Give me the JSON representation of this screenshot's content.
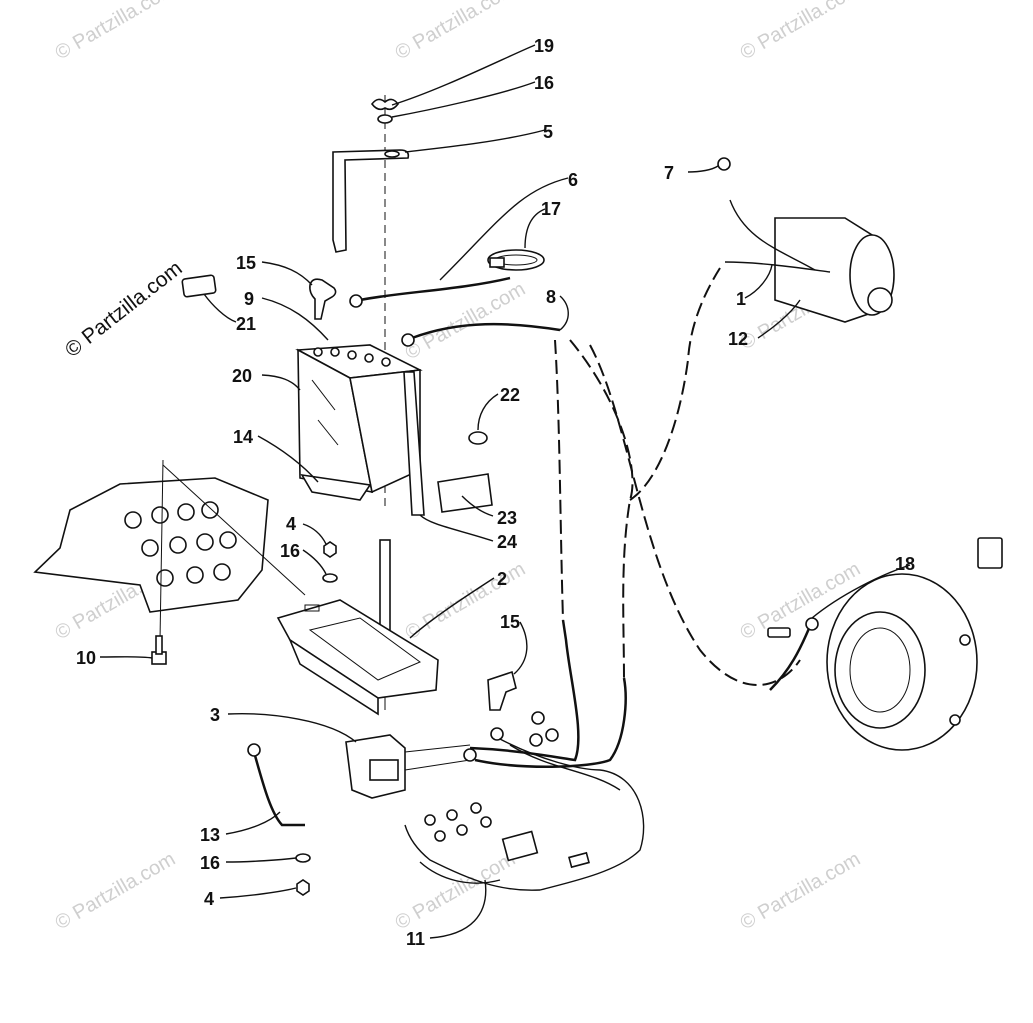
{
  "watermarks": {
    "main": "© Partzilla.com",
    "faint": "© Partzilla.com"
  },
  "callouts": [
    {
      "id": "c19a",
      "label": "19"
    },
    {
      "id": "c16a",
      "label": "16"
    },
    {
      "id": "c5",
      "label": "5"
    },
    {
      "id": "c6",
      "label": "6"
    },
    {
      "id": "c17",
      "label": "17"
    },
    {
      "id": "c7",
      "label": "7"
    },
    {
      "id": "c15a",
      "label": "15"
    },
    {
      "id": "c9",
      "label": "9"
    },
    {
      "id": "c8",
      "label": "8"
    },
    {
      "id": "c21",
      "label": "21"
    },
    {
      "id": "c1",
      "label": "1"
    },
    {
      "id": "c12",
      "label": "12"
    },
    {
      "id": "c20",
      "label": "20"
    },
    {
      "id": "c22",
      "label": "22"
    },
    {
      "id": "c14",
      "label": "14"
    },
    {
      "id": "c23",
      "label": "23"
    },
    {
      "id": "c24",
      "label": "24"
    },
    {
      "id": "c4a",
      "label": "4"
    },
    {
      "id": "c16b",
      "label": "16"
    },
    {
      "id": "c2",
      "label": "2"
    },
    {
      "id": "c18",
      "label": "18"
    },
    {
      "id": "c15b",
      "label": "15"
    },
    {
      "id": "c10",
      "label": "10"
    },
    {
      "id": "c3",
      "label": "3"
    },
    {
      "id": "c13",
      "label": "13"
    },
    {
      "id": "c16c",
      "label": "16"
    },
    {
      "id": "c4b",
      "label": "4"
    },
    {
      "id": "c11",
      "label": "11"
    }
  ]
}
